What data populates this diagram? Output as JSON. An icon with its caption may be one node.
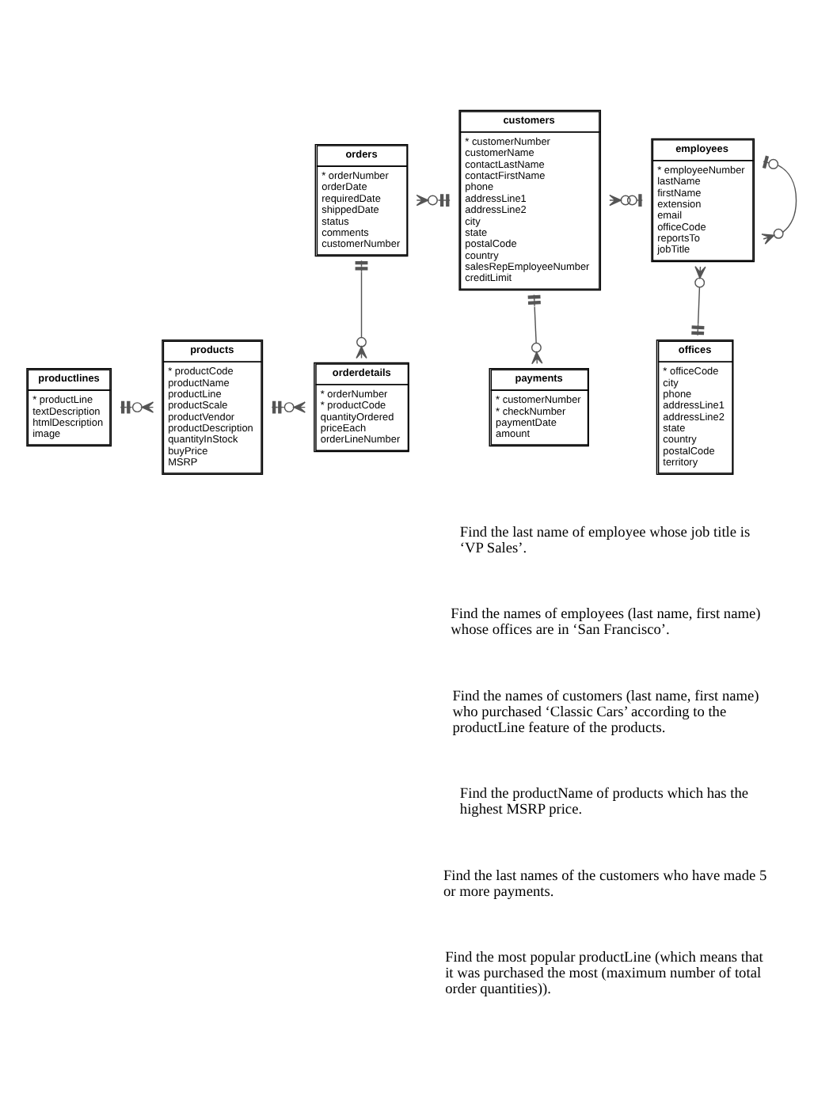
{
  "diagram": {
    "nodes": [
      {
        "text": [
          "productlines",
          "* productLine",
          "textDescription",
          "htmlDescription",
          "image"
        ]
      },
      {
        "text": [
          "products",
          "* productCode",
          "productName",
          "productLine",
          "productScale",
          "productVendor",
          "productDescription",
          "quantityInStock",
          "buyPrice",
          "MSRP"
        ]
      },
      {
        "text": [
          "orderdetails",
          "* orderNumber",
          "* productCode",
          "quantityOrdered",
          "priceEach",
          "orderLineNumber"
        ]
      },
      {
        "text": [
          "employees",
          "* employeeNumber",
          "lastName",
          "firstName",
          "extension",
          "email",
          "officeCode",
          "reportsTo",
          "jobTitle"
        ]
      },
      {
        "text": [
          "orders",
          "* orderNumber",
          "orderDate",
          "requiredDate",
          "shippedDate",
          "status",
          "comments",
          "customerNumber"
        ]
      },
      {
        "text": [
          "customers",
          "* customerNumber",
          "customerName",
          "contactLastName",
          "contactFirstName",
          "phone",
          "addressLine1",
          "addressLine2",
          "city",
          "state",
          "postalCode",
          "country",
          "salesRepEmployeeNumber",
          "creditLimit"
        ]
      },
      {
        "text": [
          "offices",
          "* officeCode",
          "city",
          "phone",
          "addressLine1",
          "addressLine2",
          "state",
          "country",
          "postalCode",
          "territory"
        ]
      },
      {
        "text": [
          "payments",
          "* customerNumber",
          "* checkNumber",
          "paymentDate",
          "amount"
        ]
      }
    ],
    "edges": [
      {
        "from": 0,
        "to": 1,
        "arrow": "other"
      },
      {
        "from": 1,
        "to": 2,
        "arrow": "other"
      },
      {
        "from": 3,
        "to": 3,
        "arrow": "other"
      },
      {
        "from": 3,
        "to": 5,
        "arrow": "other"
      },
      {
        "from": 6,
        "to": 3,
        "arrow": "other"
      },
      {
        "from": 5,
        "to": 4,
        "arrow": "other"
      },
      {
        "from": 5,
        "to": 7,
        "arrow": "other"
      },
      {
        "from": 4,
        "to": 2,
        "arrow": "other"
      }
    ],
    "labels": [
      "Find the last name of employee whose job title is ‘VP Sales’.",
      "Find the names of employees (last name, first name) whose offices are in ‘San Francisco’.",
      "Find the names of customers (last name, first name) who purchased ‘Classic Cars’ according to the productLine feature of the products.",
      "Find the productName of products which has the highest MSRP price.",
      "Find the last names of the customers who have made 5 or more payments.",
      "Find the most popular productLine (which means that it was purchased the most (maximum number of total order quantities))."
    ]
  }
}
